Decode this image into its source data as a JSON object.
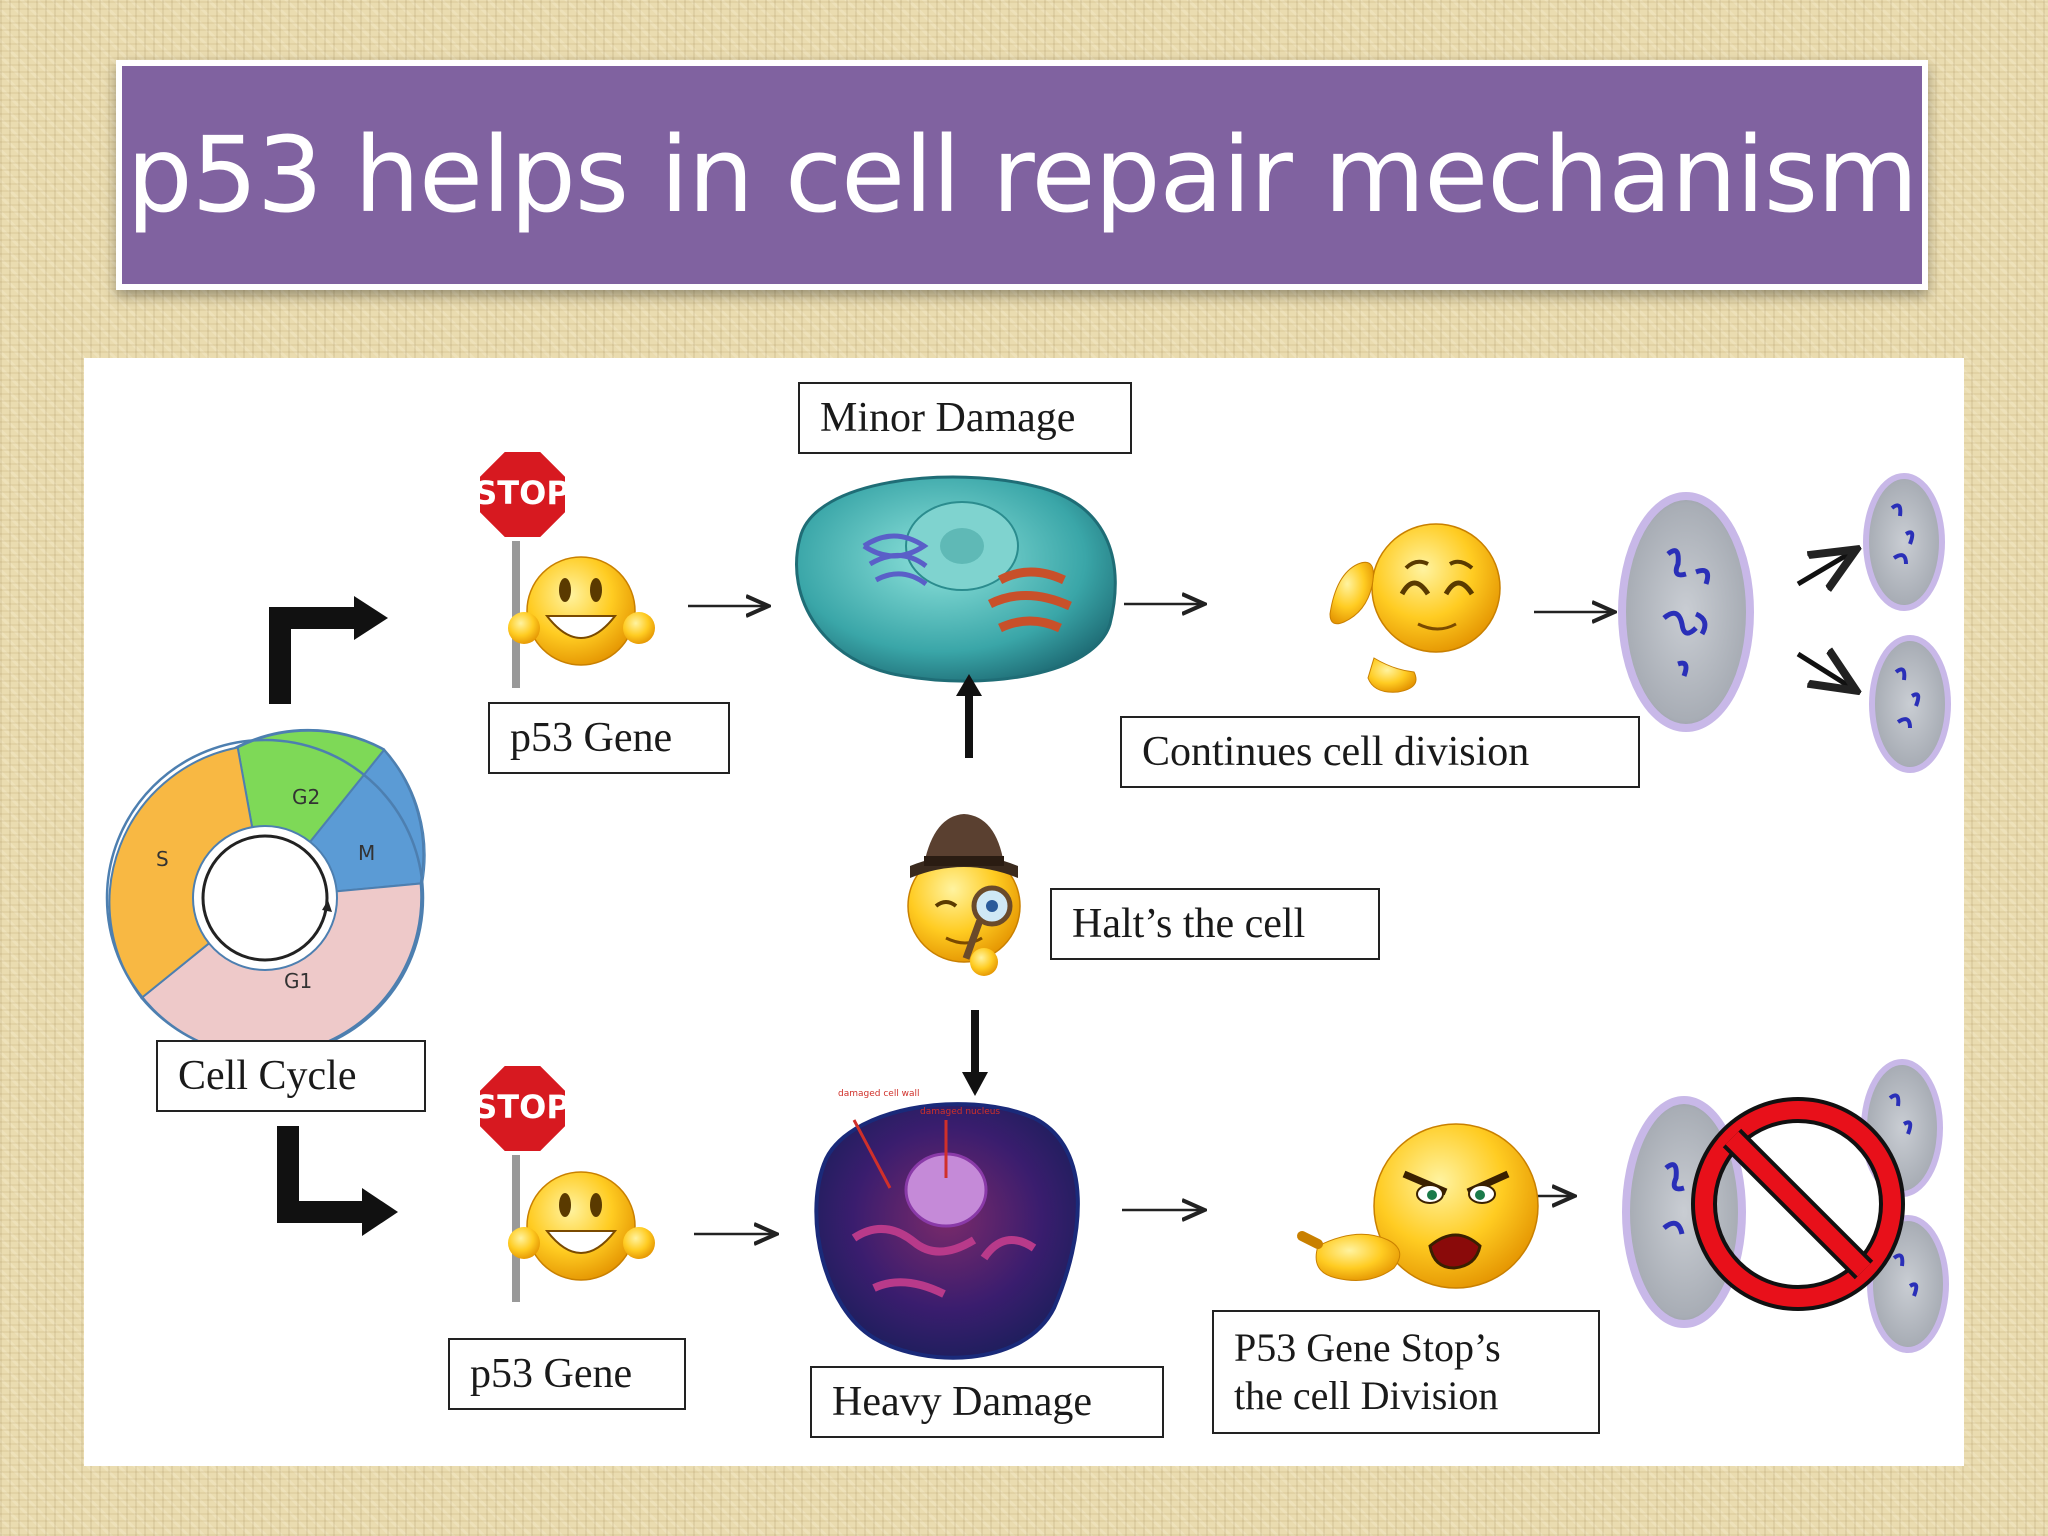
{
  "slide": {
    "title": "p53 helps in cell repair mechanism"
  },
  "diagram": {
    "cell_cycle": {
      "label": "Cell Cycle",
      "phases": [
        "G2",
        "M",
        "G1",
        "S"
      ]
    },
    "stop_signs": [
      "STOP",
      "STOP"
    ],
    "labels": {
      "minor_damage": "Minor Damage",
      "p53_gene_top": "p53 Gene",
      "continues_division": "Continues cell division",
      "halts_cell": "Halt’s the cell",
      "p53_gene_bottom": "p53 Gene",
      "heavy_damage": "Heavy Damage",
      "stop_division_line1": "P53 Gene Stop’s",
      "stop_division_line2": "the cell Division"
    },
    "heavy_cell_annotations": [
      "damaged cell wall",
      "damaged nucleus"
    ]
  },
  "colors": {
    "title_bar": "#8062a0",
    "phase_g2": "#7ed957",
    "phase_m": "#5b9bd5",
    "phase_g1": "#eec9c9",
    "phase_s": "#f8b843",
    "stop_red": "#d71920",
    "prohibit_red": "#e8101a"
  },
  "icons": [
    "stop-sign-icon",
    "smiley-icon",
    "detective-smiley-icon",
    "angry-smiley-icon",
    "prohibition-icon",
    "cell-icon",
    "arrow-icon"
  ]
}
